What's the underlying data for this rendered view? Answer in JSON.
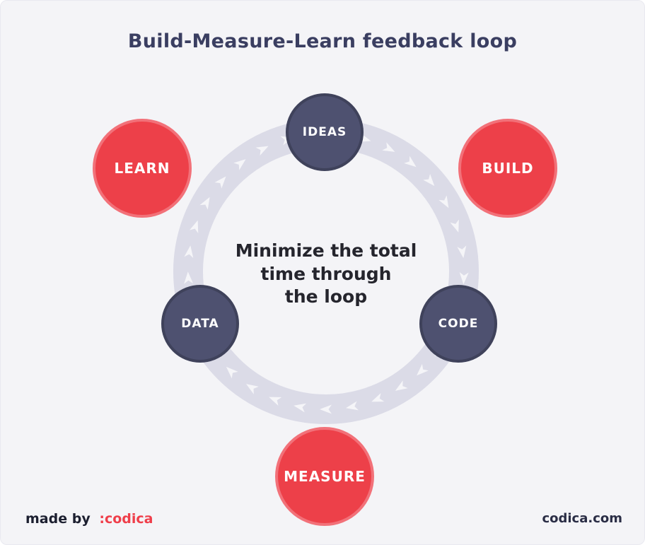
{
  "title": "Build-Measure-Learn feedback loop",
  "center_message": "Minimize the total\ntime through\nthe loop",
  "diagram": {
    "type": "cycle",
    "flow_direction": "clockwise",
    "nodes": [
      {
        "label": "IDEAS",
        "type": "dark"
      },
      {
        "label": "BUILD",
        "type": "red"
      },
      {
        "label": "CODE",
        "type": "dark"
      },
      {
        "label": "MEASURE",
        "type": "red"
      },
      {
        "label": "DATA",
        "type": "dark"
      },
      {
        "label": "LEARN",
        "type": "red"
      }
    ]
  },
  "colors": {
    "background": "#f4f4f7",
    "title": "#3a3e61",
    "center_text": "#25252d",
    "node_red_fill": "#ed4049",
    "node_red_border": "#f27179",
    "node_dark_fill": "#4e5170",
    "node_dark_border": "#3f425b",
    "ring": "#dbdbe7",
    "arrow": "#ffffff",
    "footer_made_by": "#1c1f30",
    "footer_brand": "#ef3e4a",
    "footer_site": "#2a2d45"
  },
  "footer": {
    "made_by_label": "made by",
    "brand": ":codica",
    "website": "codica.com"
  }
}
